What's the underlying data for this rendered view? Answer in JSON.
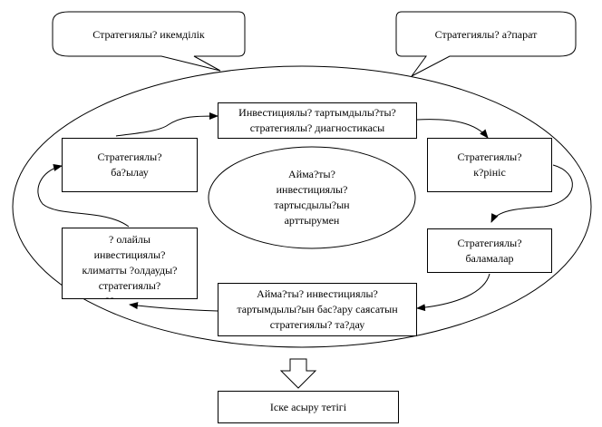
{
  "callouts": {
    "left": "Стратегиялы? икемділік",
    "right": "Стратегиялы? а?парат"
  },
  "center": {
    "ellipse_text": "Айма?ты?\nинвестициялы?\nтартысдылы?ын\nарттырумен"
  },
  "boxes": {
    "top": "Инвестициялы? тартымдылы?ты?\nстратегиялы? диагностикасы",
    "left_upper": "Стратегиялы?\nба?ылау",
    "right_upper": "Стратегиялы?\nк?рініс",
    "right_lower": "Стратегиялы?\nбаламалар",
    "bottom": "Айма?ты? инвестициялы?\nтартымдылы?ын бас?ару саясатын\nстратегиялы? та?дау",
    "left_lower": "? олайлы\nинвестициялы?\nклиматты ?олдауды?\nстратегиялы?\n??жаттары"
  },
  "output_box": "Іске асыру тетігі"
}
